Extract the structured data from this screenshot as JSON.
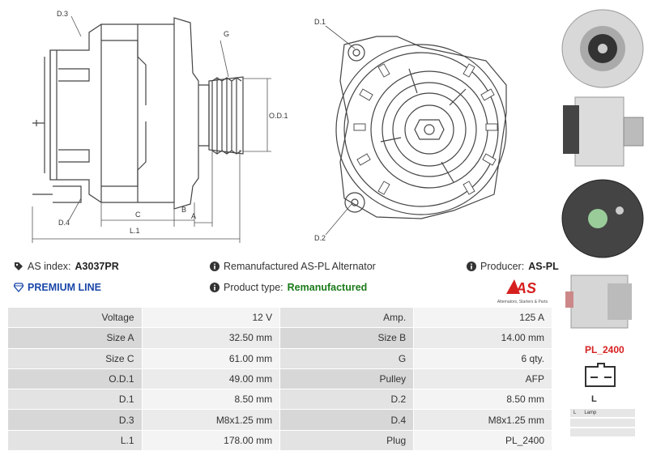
{
  "drawing_labels": {
    "d3": "D.3",
    "d4": "D.4",
    "g": "G",
    "od1": "O.D.1",
    "c": "C",
    "b": "B",
    "a": "A",
    "l1": "L.1",
    "d1": "D.1",
    "d2": "D.2"
  },
  "info": {
    "as_index_label": "AS index:",
    "as_index_value": "A3037PR",
    "description": "Remanufactured AS-PL Alternator",
    "producer_label": "Producer:",
    "producer_value": "AS-PL",
    "premium_line": "PREMIUM LINE",
    "product_type_label": "Product type:",
    "product_type_value": "Remanufactured"
  },
  "logo": {
    "text": "AS",
    "sub": "Alternators, Starters & Parts"
  },
  "specs": [
    {
      "k1": "Voltage",
      "v1": "12 V",
      "k2": "Amp.",
      "v2": "125 A"
    },
    {
      "k1": "Size A",
      "v1": "32.50 mm",
      "k2": "Size B",
      "v2": "14.00 mm"
    },
    {
      "k1": "Size C",
      "v1": "61.00 mm",
      "k2": "G",
      "v2": "6 qty."
    },
    {
      "k1": "O.D.1",
      "v1": "49.00 mm",
      "k2": "Pulley",
      "v2": "AFP"
    },
    {
      "k1": "D.1",
      "v1": "8.50 mm",
      "k2": "D.2",
      "v2": "8.50 mm"
    },
    {
      "k1": "D.3",
      "v1": "M8x1.25 mm",
      "k2": "D.4",
      "v2": "M8x1.25 mm"
    },
    {
      "k1": "L.1",
      "v1": "178.00 mm",
      "k2": "Plug",
      "v2": "PL_2400"
    }
  ],
  "plug": {
    "code": "PL_2400",
    "pin": "L",
    "legend": [
      {
        "pin": "L",
        "desc": "Lamp"
      },
      {
        "pin": "",
        "desc": ""
      },
      {
        "pin": "",
        "desc": ""
      }
    ]
  },
  "colors": {
    "accent_red": "#d62020",
    "premium_blue": "#1a47a8",
    "remanufactured_green": "#1a7a1a"
  },
  "icons": [
    "tag-icon",
    "info-icon",
    "diamond-icon",
    "as-logo"
  ]
}
